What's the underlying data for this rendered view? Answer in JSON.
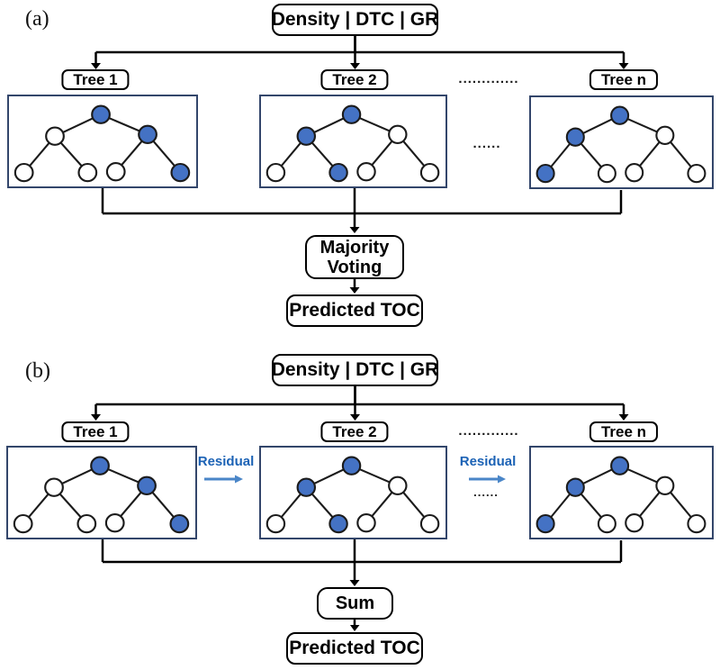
{
  "colors": {
    "node_fill_blue": "#4472C4",
    "node_fill_white": "#FFFFFF",
    "node_stroke": "#1b1b1b",
    "tree_box_border": "#33466b",
    "connector_line": "#000000",
    "residual_text": "#1b62b5",
    "residual_arrow": "#4a86c8"
  },
  "panels": [
    {
      "label": "(a)",
      "input_box": "Density | DTC | GR",
      "trees": [
        {
          "label": "Tree 1",
          "pattern": [
            1,
            0,
            1,
            0,
            0,
            0,
            1
          ]
        },
        {
          "label": "Tree 2",
          "pattern": [
            1,
            1,
            0,
            0,
            1,
            0,
            0
          ]
        },
        {
          "label": "Tree n",
          "pattern": [
            1,
            1,
            0,
            1,
            0,
            0,
            0
          ]
        }
      ],
      "ellipsis_labels": ".............",
      "ellipsis_mid": "......",
      "aggregator_line1": "Majority",
      "aggregator_line2": "Voting",
      "output_box": "Predicted TOC"
    },
    {
      "label": "(b)",
      "input_box": "Density | DTC | GR",
      "trees": [
        {
          "label": "Tree 1",
          "pattern": [
            1,
            0,
            1,
            0,
            0,
            0,
            1
          ]
        },
        {
          "label": "Tree 2",
          "pattern": [
            1,
            1,
            0,
            0,
            1,
            0,
            0
          ]
        },
        {
          "label": "Tree n",
          "pattern": [
            1,
            1,
            0,
            1,
            0,
            0,
            0
          ]
        }
      ],
      "ellipsis_labels": ".............",
      "residual_label": "Residual",
      "residual_ellipsis": "......",
      "aggregator_line1": "Sum",
      "output_box": "Predicted TOC"
    }
  ]
}
